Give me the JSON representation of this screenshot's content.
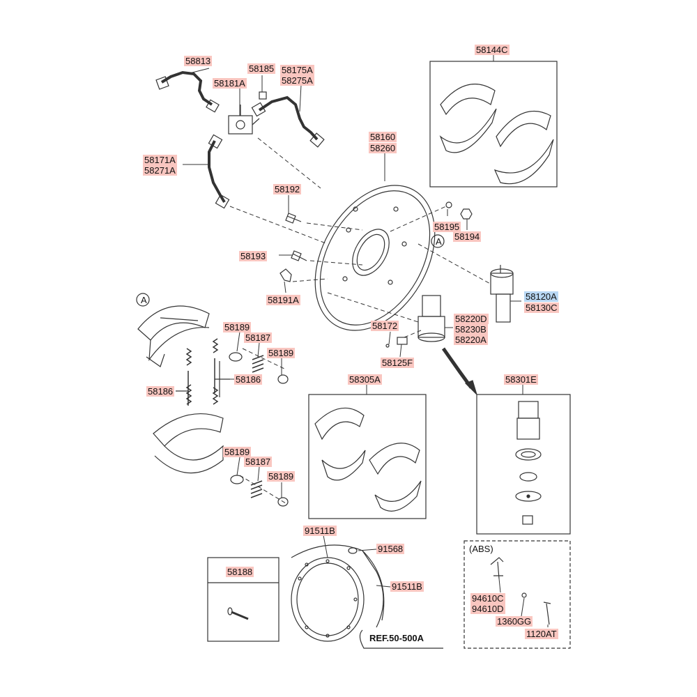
{
  "colors": {
    "label_bg": "#f9c6c0",
    "label_selected_bg": "#b9d8f4",
    "line": "#333333"
  },
  "labels": {
    "p58813": "58813",
    "p58185": "58185",
    "p58175A": "58175A",
    "p58275A": "58275A",
    "p58181A": "58181A",
    "p58171A": "58171A",
    "p58271A": "58271A",
    "p58160": "58160",
    "p58260": "58260",
    "p58192": "58192",
    "p58195": "58195",
    "p58194": "58194",
    "circleA": "A",
    "p58193": "58193",
    "p58191A": "58191A",
    "p58120A": "58120A",
    "p58130C": "58130C",
    "p58220D": "58220D",
    "p58230B": "58230B",
    "p58220A": "58220A",
    "p58172": "58172",
    "p58125F": "58125F",
    "p58189_a": "58189",
    "p58187_a": "58187",
    "p58189_b": "58189",
    "p58186_a": "58186",
    "p58186_b": "58186",
    "p58189_c": "58189",
    "p58187_b": "58187",
    "p58189_d": "58189",
    "p58144C": "58144C",
    "p58305A": "58305A",
    "p58301E": "58301E",
    "p91511B_a": "91511B",
    "p91568": "91568",
    "p91511B_b": "91511B",
    "ref": "REF.50-500A",
    "p58188": "58188",
    "abs": "(ABS)",
    "p94610C": "94610C",
    "p94610D": "94610D",
    "p1360GG": "1360GG",
    "p1120AT": "1120AT"
  },
  "selected_part": "58120A"
}
